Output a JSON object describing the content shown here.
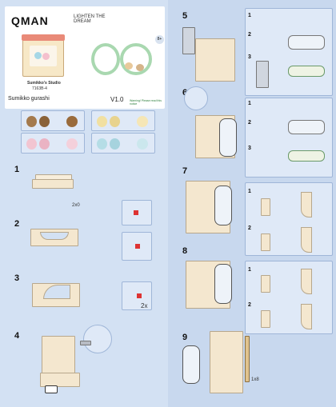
{
  "cover": {
    "brand": "QMAN",
    "tagline": "LIGHTEN THE DREAM",
    "product": "Sumikko gurashi",
    "subtitle": "Sumikko's Studio",
    "code": "7163B-4",
    "version": "V1.0",
    "warning": "Warning! Please read this notice",
    "number_badge": "8+"
  },
  "steps_left": [
    {
      "num": "1",
      "qty": "2x0"
    },
    {
      "num": "2",
      "qty": ""
    },
    {
      "num": "3",
      "qty": "2x"
    },
    {
      "num": "4",
      "qty": ""
    }
  ],
  "steps_right": [
    {
      "num": "5",
      "sub": [
        "1",
        "2",
        "3"
      ]
    },
    {
      "num": "6",
      "sub": [
        "1",
        "2",
        "3"
      ]
    },
    {
      "num": "7",
      "sub": [
        "1",
        "2"
      ]
    },
    {
      "num": "8",
      "sub": [
        "1",
        "2"
      ]
    },
    {
      "num": "9",
      "qty": "1x8"
    }
  ],
  "colors": {
    "accent": "#9fb6d8",
    "bg": "#d3e1f3",
    "brick": "#f4e7cf",
    "red": "#d33333"
  }
}
